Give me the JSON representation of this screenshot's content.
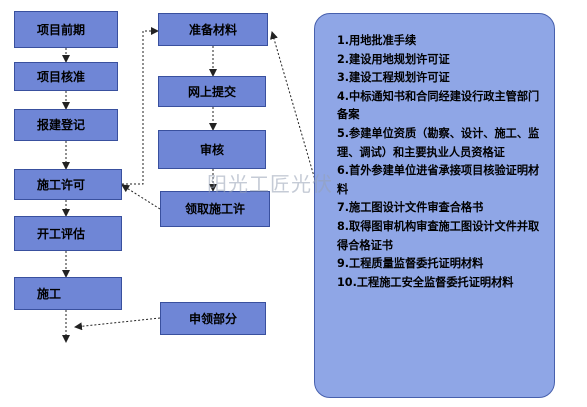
{
  "left_column": [
    "项目前期",
    "项目核准",
    "报建登记",
    "施工许可",
    "开工评估",
    "施工"
  ],
  "middle_column": [
    "准备材料",
    "网上提交",
    "审核",
    "领取施工许",
    "申领部分"
  ],
  "requirements": [
    "1.用地批准手续",
    "2.建设用地规划许可证",
    "3.建设工程规划许可证",
    "4.中标通知书和合同经建设行政主管部门备案",
    "5.参建单位资质（勘察、设计、施工、监理、调试）和主要执业人员资格证",
    "6.首外参建单位进省承接项目核验证明材料",
    "7.施工图设计文件审查合格书",
    "8.取得图审机构审查施工图设计文件并取得合格证书",
    "9.工程质量监督委托证明材料",
    "10.工程施工安全监督委托证明材料"
  ],
  "watermark": "阳光工匠光伏",
  "colors": {
    "box_fill": "#6f86d6",
    "panel_fill": "#8fa6e6",
    "border": "#39509e"
  }
}
